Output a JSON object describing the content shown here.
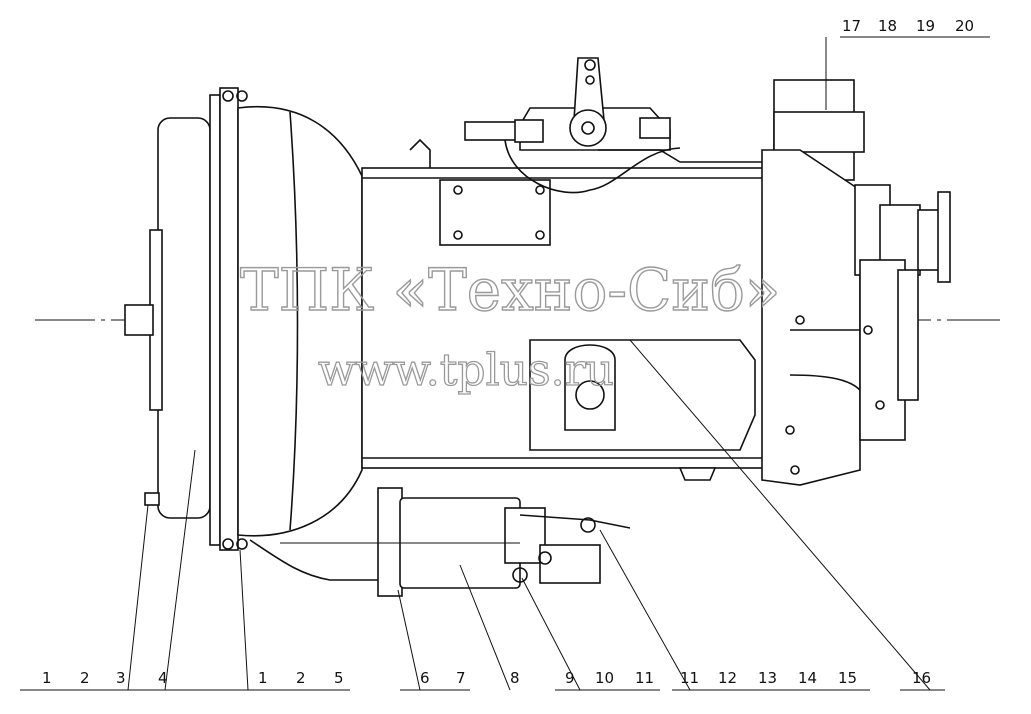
{
  "watermark": {
    "line1": "ТПК «Техно-Сиб»",
    "line2": "www.tplus.ru"
  },
  "callouts": {
    "top_group": [
      "17",
      "18",
      "19",
      "20"
    ],
    "group_a": [
      "1",
      "2",
      "3"
    ],
    "label_4": "4",
    "group_b": [
      "1",
      "2",
      "5"
    ],
    "group_c": [
      "6",
      "7"
    ],
    "label_8": "8",
    "group_d": [
      "9",
      "10",
      "11"
    ],
    "group_e": [
      "11",
      "12",
      "13",
      "14",
      "15"
    ],
    "label_16": "16"
  },
  "line_color": "#111111",
  "watermark_color": "#9a9a9a"
}
